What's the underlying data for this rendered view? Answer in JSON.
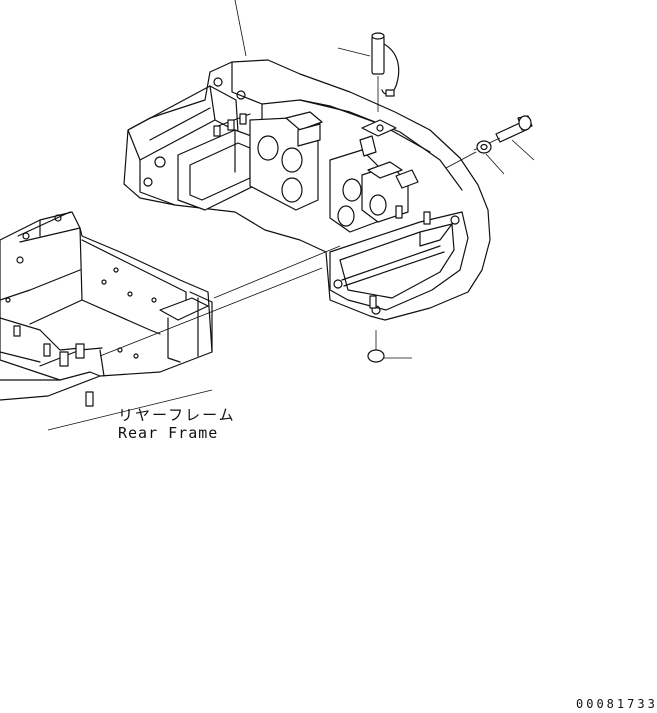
{
  "figure": {
    "background": "#ffffff",
    "line_color": "#111111",
    "parts": [
      {
        "name": "counterweight",
        "leader": true
      },
      {
        "name": "lifting-pin",
        "leader": true
      },
      {
        "name": "washer",
        "leader": true
      },
      {
        "name": "bolt",
        "leader": true
      },
      {
        "name": "cap-plug",
        "leader": true
      },
      {
        "name": "rear-frame",
        "leader": true
      }
    ],
    "labels": {
      "rear_frame_jp": "リヤーフレーム",
      "rear_frame_en": "Rear Frame"
    },
    "drawing_number": "00081733"
  }
}
